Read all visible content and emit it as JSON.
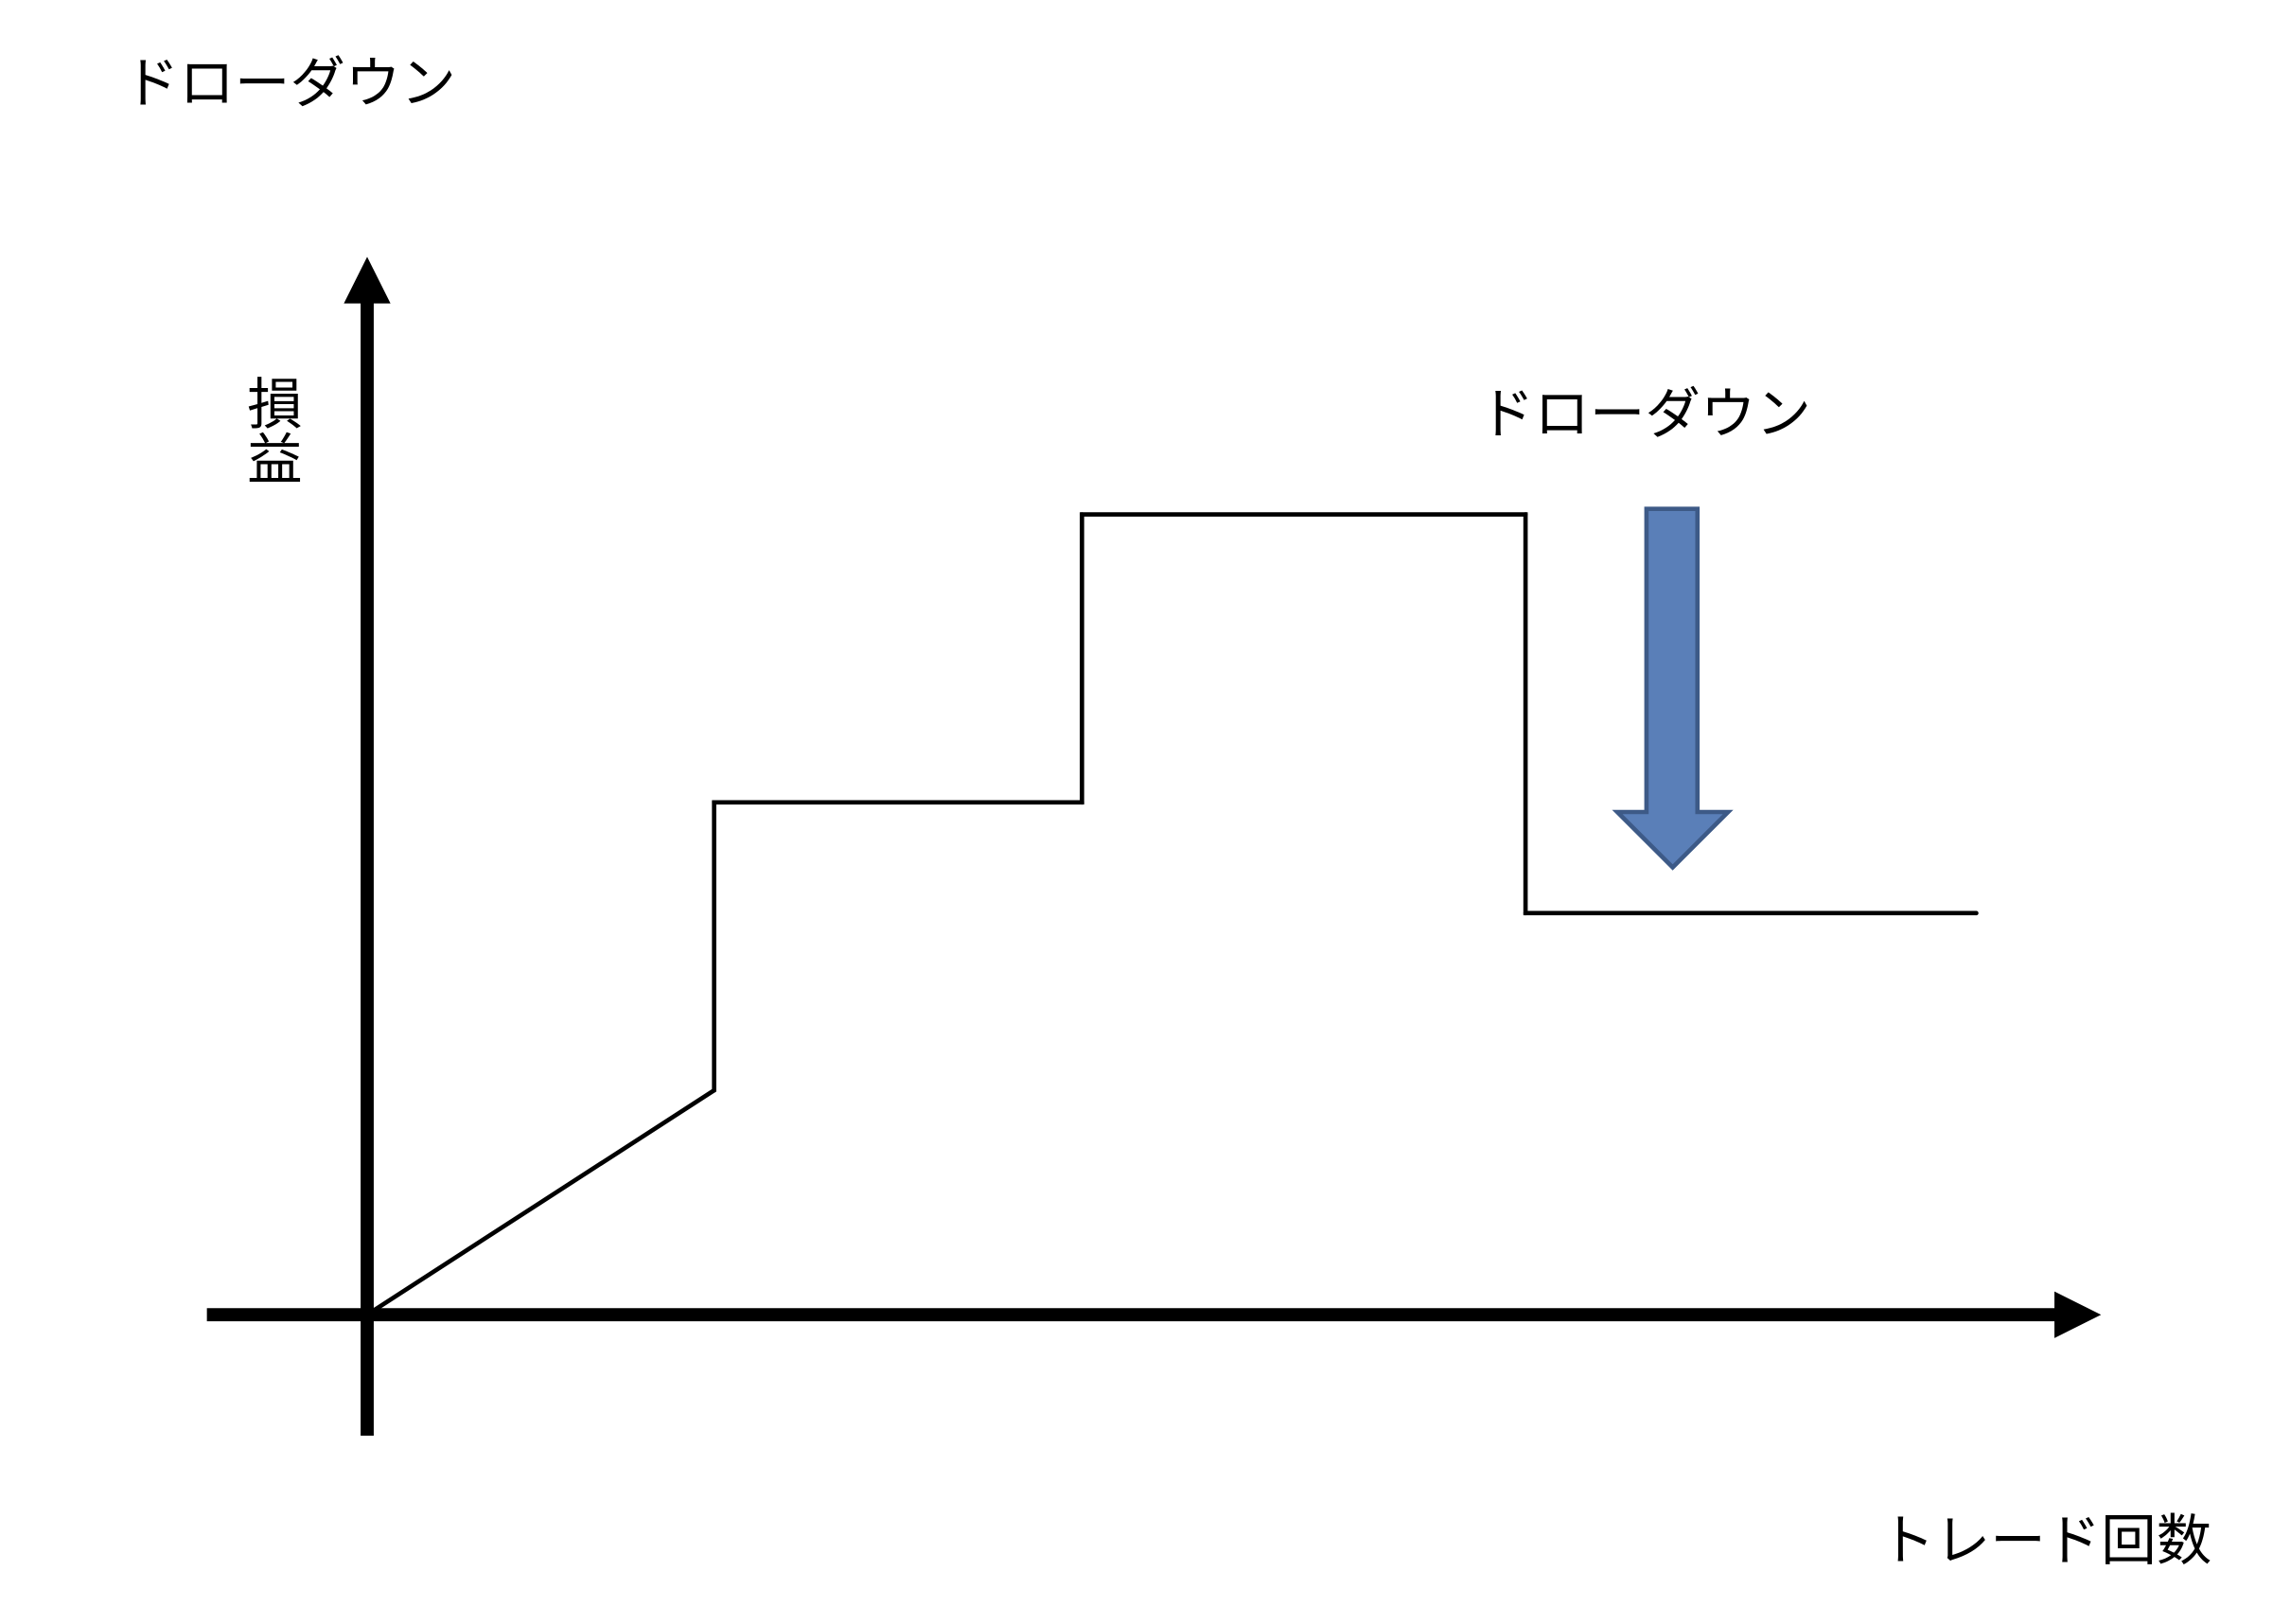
{
  "title": "ドローダウン",
  "y_axis_label": "損益",
  "x_axis_label": "トレード回数",
  "annotation": "ドローダウン",
  "colors": {
    "line": "#000000",
    "arrow_fill": "#5a7fb8",
    "arrow_stroke": "#3d5a87"
  },
  "chart_data": {
    "type": "line",
    "title": "ドローダウン",
    "xlabel": "トレード回数",
    "ylabel": "損益",
    "series": [
      {
        "name": "損益",
        "points": [
          [
            0,
            0
          ],
          [
            0.95,
            1
          ],
          [
            0.95,
            2.3
          ],
          [
            1.97,
            2.3
          ],
          [
            1.97,
            3.6
          ],
          [
            3.2,
            3.6
          ],
          [
            3.2,
            1.8
          ],
          [
            4.45,
            1.8
          ]
        ]
      }
    ],
    "annotations": [
      {
        "text": "ドローダウン",
        "type": "down-arrow",
        "from": 3.6,
        "to": 1.8
      }
    ],
    "grid": false
  }
}
